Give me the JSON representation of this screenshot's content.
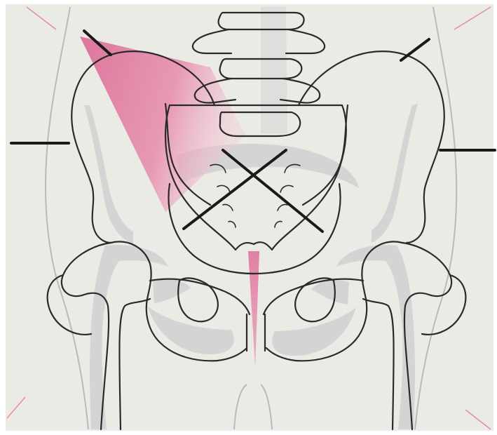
{
  "colors": {
    "paper": "#ebebe6",
    "paper_edge": "#ffffff",
    "bone_line": "#2a2a2a",
    "shadow": "#d4d4d4",
    "skin_outline": "#b9b9b9",
    "highlight_region": "#e07aa0",
    "highlight_region_light": "#f0b4c8",
    "marker_lines": "#1a1a1a",
    "corner_marks": "#e58aa8"
  },
  "icons": [
    "pelvis-illustration",
    "lumbar-vertebrae",
    "sacrum",
    "iliac-crest",
    "femur-head",
    "obturator-foramen",
    "cross-mark"
  ]
}
